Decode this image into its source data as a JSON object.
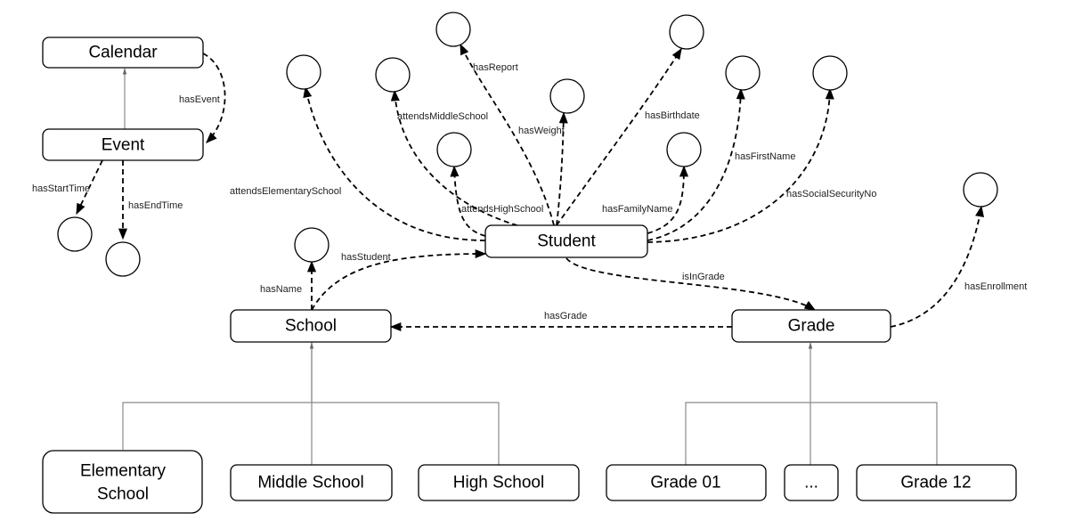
{
  "nodes": {
    "calendar": "Calendar",
    "event": "Event",
    "student": "Student",
    "school": "School",
    "grade": "Grade",
    "elementary_1": "Elementary",
    "elementary_2": "School",
    "middle_school": "Middle School",
    "high_school": "High School",
    "grade_01": "Grade 01",
    "ellipsis": "...",
    "grade_12": "Grade 12"
  },
  "edges": {
    "has_event": "hasEvent",
    "has_start_time": "hasStartTime",
    "has_end_time": "hasEndTime",
    "has_report": "hasReport",
    "has_birthdate": "hasBirthdate",
    "attends_middle_school": "attendsMiddleSchool",
    "has_weight": "hasWeight",
    "attends_elementary_school": "attendsElementarySchool",
    "attends_high_school": "attendsHighSchool",
    "has_family_name": "hasFamilyName",
    "has_first_name": "hasFirstName",
    "has_social_security_no": "hasSocialSecurityNo",
    "has_student": "hasStudent",
    "has_name": "hasName",
    "is_in_grade": "isInGrade",
    "has_grade": "hasGrade",
    "has_enrollment": "hasEnrollment"
  }
}
